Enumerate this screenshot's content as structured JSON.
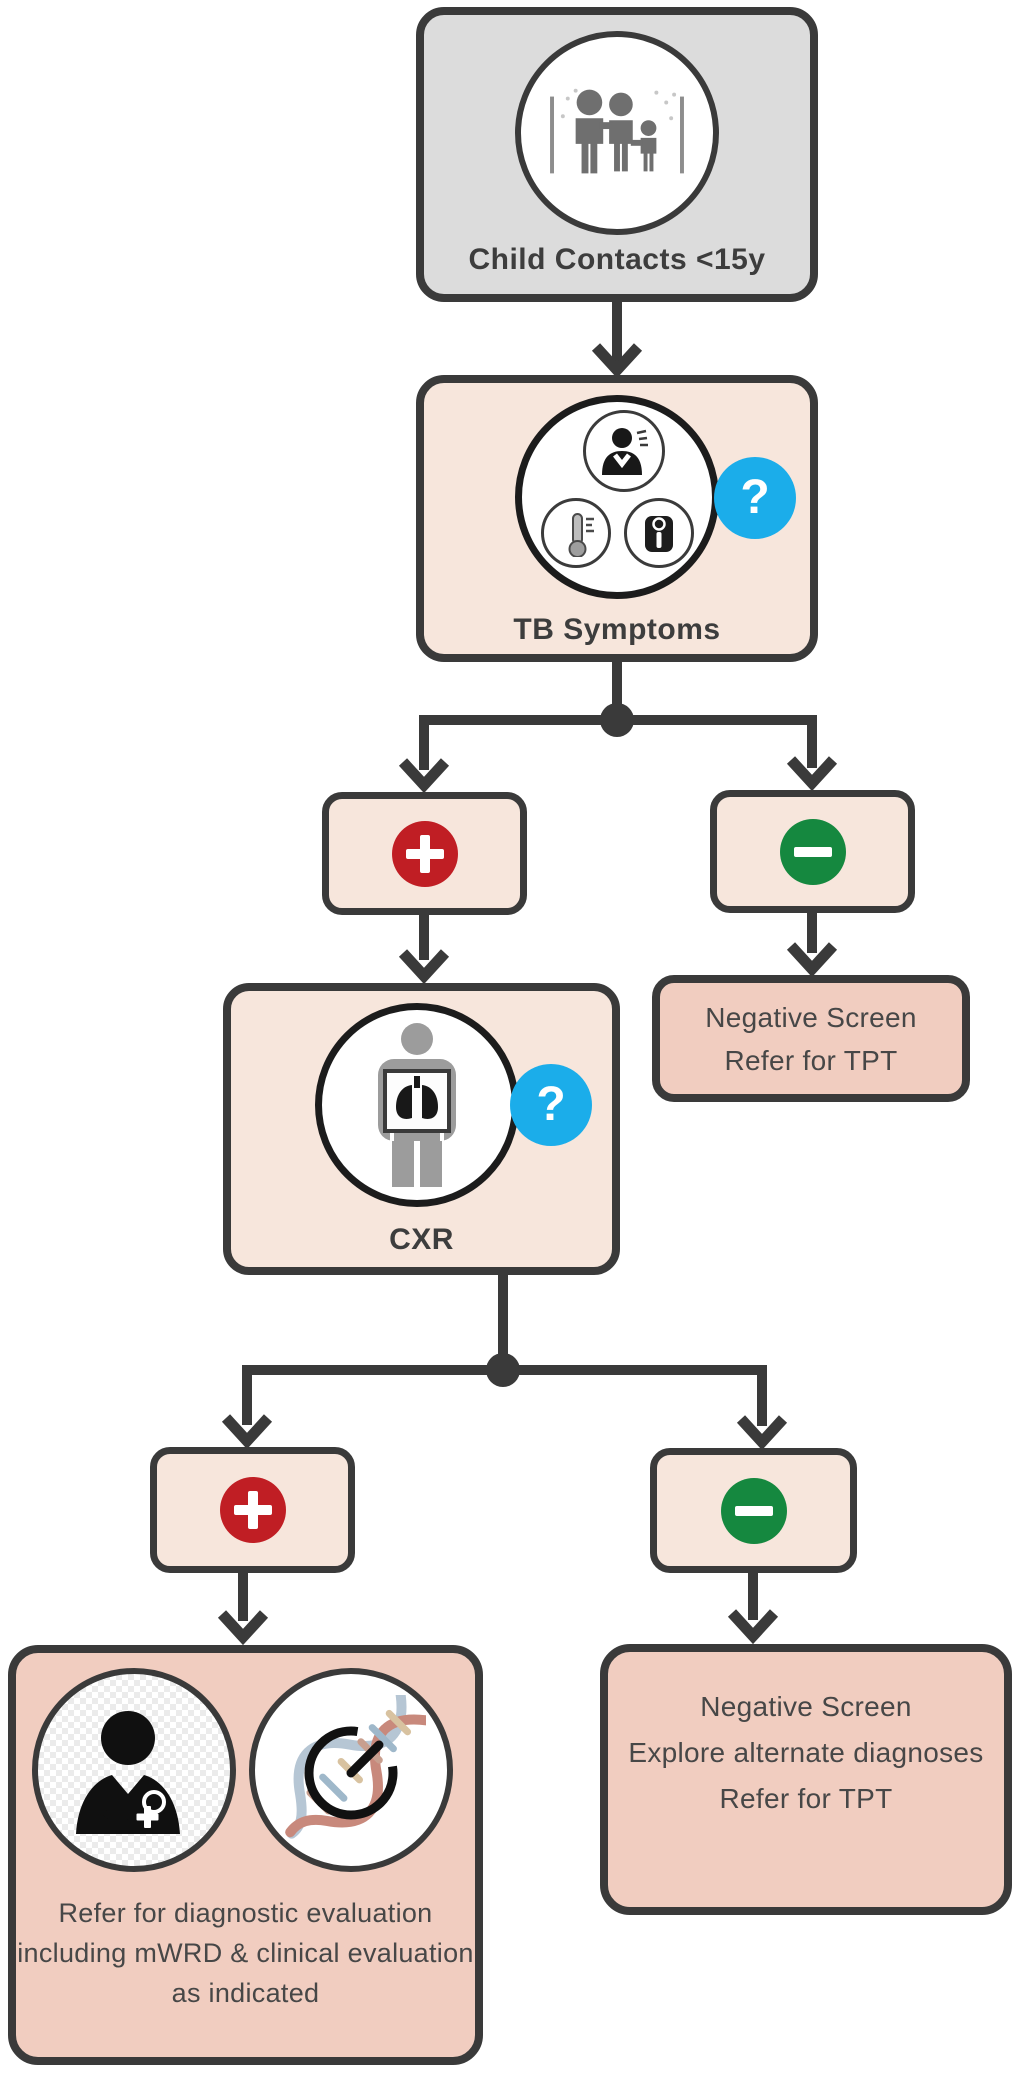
{
  "flowchart": {
    "nodes": {
      "child_contacts": {
        "label": "Child Contacts <15y",
        "icon": "family-icon"
      },
      "tb_symptoms": {
        "label": "TB Symptoms",
        "help_badge": "?",
        "icons": [
          "cough-person-icon",
          "thermometer-icon",
          "weight-scale-icon"
        ]
      },
      "symptoms_positive": {
        "icon": "plus-circle-icon"
      },
      "symptoms_negative": {
        "icon": "minus-circle-icon"
      },
      "negative_screen_tpt": {
        "lines": [
          "Negative Screen",
          "Refer for TPT"
        ]
      },
      "cxr": {
        "label": "CXR",
        "help_badge": "?",
        "icon": "xray-person-icon"
      },
      "cxr_positive": {
        "icon": "plus-circle-icon"
      },
      "cxr_negative": {
        "icon": "minus-circle-icon"
      },
      "refer_diagnostic": {
        "lines": [
          "Refer for diagnostic evaluation",
          "including mWRD & clinical evaluation",
          "as indicated"
        ],
        "icons": [
          "doctor-icon",
          "molecular-test-icon"
        ]
      },
      "negative_screen_explore": {
        "lines": [
          "Negative Screen",
          "Explore alternate diagnoses",
          "Refer for TPT"
        ]
      }
    },
    "colors": {
      "node_gray": "#dcdcdc",
      "node_peach": "#f7e6dc",
      "node_pink": "#f1cdc0",
      "positive_red": "#c01e24",
      "negative_green": "#15883f",
      "help_blue": "#1badea",
      "line": "#3a3a3a",
      "text": "#3d3d3d"
    }
  }
}
